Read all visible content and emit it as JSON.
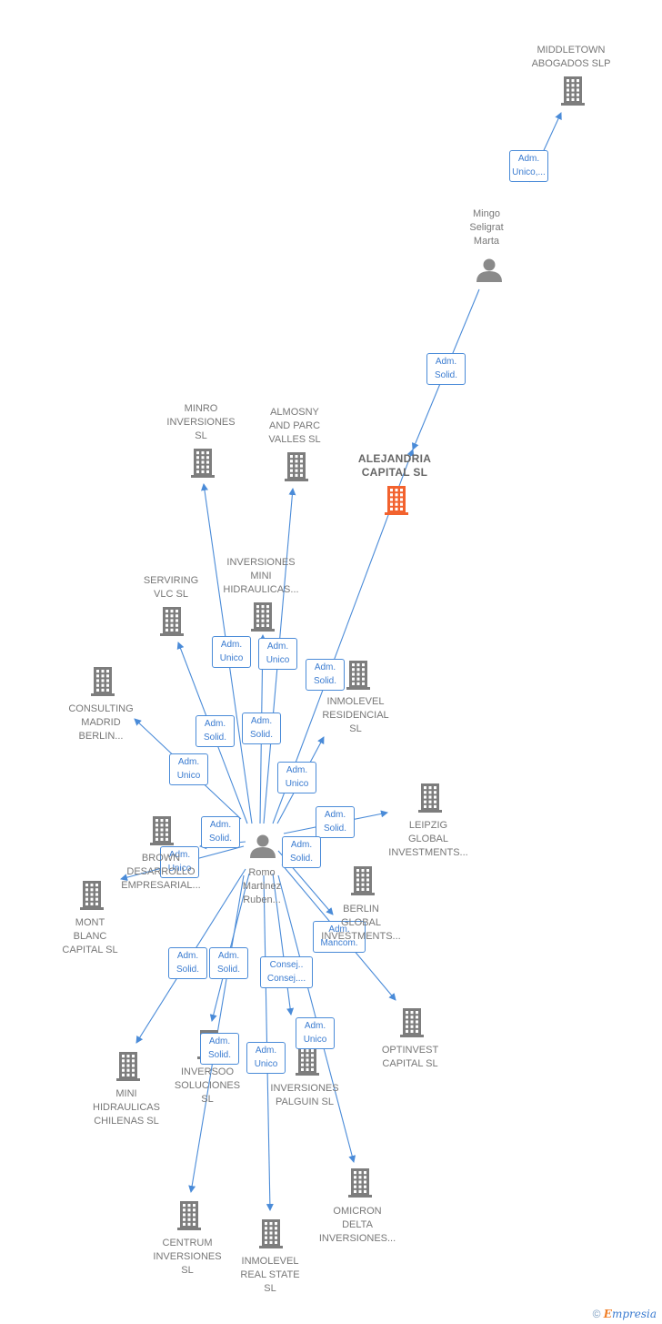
{
  "colors": {
    "edge": "#4a8bd8",
    "building": "#7d7d7d",
    "focus_building": "#f2622e",
    "person": "#8a8a8a"
  },
  "nodes": [
    {
      "id": "middletown",
      "type": "company",
      "label": "MIDDLETOWN\nABOGADOS SLP"
    },
    {
      "id": "mingo",
      "type": "person",
      "label": "Mingo\nSeligrat\nMarta"
    },
    {
      "id": "alejandria",
      "type": "company",
      "focus": true,
      "label": "ALEJANDRIA\nCAPITAL  SL"
    },
    {
      "id": "minro",
      "type": "company",
      "label": "MINRO\nINVERSIONES\nSL"
    },
    {
      "id": "almosny",
      "type": "company",
      "label": "ALMOSNY\nAND PARC\nVALLES  SL"
    },
    {
      "id": "inv_mini_hidr",
      "type": "company",
      "label": "INVERSIONES\nMINI\nHIDRAULICAS..."
    },
    {
      "id": "serviring",
      "type": "company",
      "label": "SERVIRING\nVLC  SL"
    },
    {
      "id": "consulting",
      "type": "company",
      "label": "CONSULTING\nMADRID\nBERLIN..."
    },
    {
      "id": "inmolevel_res",
      "type": "company",
      "label": "INMOLEVEL\nRESIDENCIAL\nSL"
    },
    {
      "id": "leipzig",
      "type": "company",
      "label": "LEIPZIG\nGLOBAL\nINVESTMENTS..."
    },
    {
      "id": "brown",
      "type": "company",
      "label": "BROWN\nDESARROLLO\nEMPRESARIAL..."
    },
    {
      "id": "romo",
      "type": "person",
      "label": "Romo\nMartinez\nRuben..."
    },
    {
      "id": "mont_blanc",
      "type": "company",
      "label": "MONT\nBLANC\nCAPITAL  SL"
    },
    {
      "id": "berlin",
      "type": "company",
      "label": "BERLIN\nGLOBAL\nINVESTMENTS..."
    },
    {
      "id": "optinvest",
      "type": "company",
      "label": "OPTINVEST\nCAPITAL  SL"
    },
    {
      "id": "mini_hidr_chil",
      "type": "company",
      "label": "MINI\nHIDRAULICAS\nCHILENAS  SL"
    },
    {
      "id": "inversoo",
      "type": "company",
      "label": "INVERSOO\nSOLUCIONES\nSL"
    },
    {
      "id": "inv_palguin",
      "type": "company",
      "label": "INVERSIONES\nPALGUIN  SL"
    },
    {
      "id": "centrum",
      "type": "company",
      "label": "CENTRUM\nINVERSIONES\nSL"
    },
    {
      "id": "inmolevel_re",
      "type": "company",
      "label": "INMOLEVEL\nREAL STATE\nSL"
    },
    {
      "id": "omicron",
      "type": "company",
      "label": "OMICRON\nDELTA\nINVERSIONES..."
    }
  ],
  "edges": [
    {
      "from": "mingo",
      "to": "middletown",
      "label": "Adm.\nUnico,..."
    },
    {
      "from": "mingo",
      "to": "alejandria",
      "label": "Adm.\nSolid."
    },
    {
      "from": "romo",
      "to": "minro",
      "label": "Adm.\nUnico"
    },
    {
      "from": "romo",
      "to": "almosny",
      "label": "Adm.\nUnico"
    },
    {
      "from": "romo",
      "to": "alejandria",
      "label": "Adm.\nSolid."
    },
    {
      "from": "romo",
      "to": "inv_mini_hidr",
      "label": "Adm.\nSolid."
    },
    {
      "from": "romo",
      "to": "serviring",
      "label": "Adm.\nSolid."
    },
    {
      "from": "romo",
      "to": "consulting",
      "label": "Adm.\nUnico"
    },
    {
      "from": "romo",
      "to": "inmolevel_res",
      "label": "Adm.\nUnico"
    },
    {
      "from": "romo",
      "to": "leipzig",
      "label": "Adm.\nSolid."
    },
    {
      "from": "romo",
      "to": "brown",
      "label": "Adm.\nSolid."
    },
    {
      "from": "romo",
      "to": "mont_blanc",
      "label": "Adm.\nUnico"
    },
    {
      "from": "romo",
      "to": "berlin",
      "label": "Adm.\nSolid."
    },
    {
      "from": "romo",
      "to": "optinvest",
      "label": "Adm.\nMancom."
    },
    {
      "from": "romo",
      "to": "mini_hidr_chil",
      "label": "Adm.\nSolid."
    },
    {
      "from": "romo",
      "to": "inversoo",
      "label": "Adm.\nSolid."
    },
    {
      "from": "romo",
      "to": "inv_palguin",
      "label": "Consej..\nConsej...."
    },
    {
      "from": "romo",
      "to": "centrum",
      "label": "Adm.\nSolid."
    },
    {
      "from": "romo",
      "to": "inmolevel_re",
      "label": "Adm.\nUnico"
    },
    {
      "from": "romo",
      "to": "omicron",
      "label": "Adm.\nUnico"
    }
  ],
  "footer": {
    "copyright": "©",
    "brand_initial": "E",
    "brand_rest": "mpresia"
  }
}
